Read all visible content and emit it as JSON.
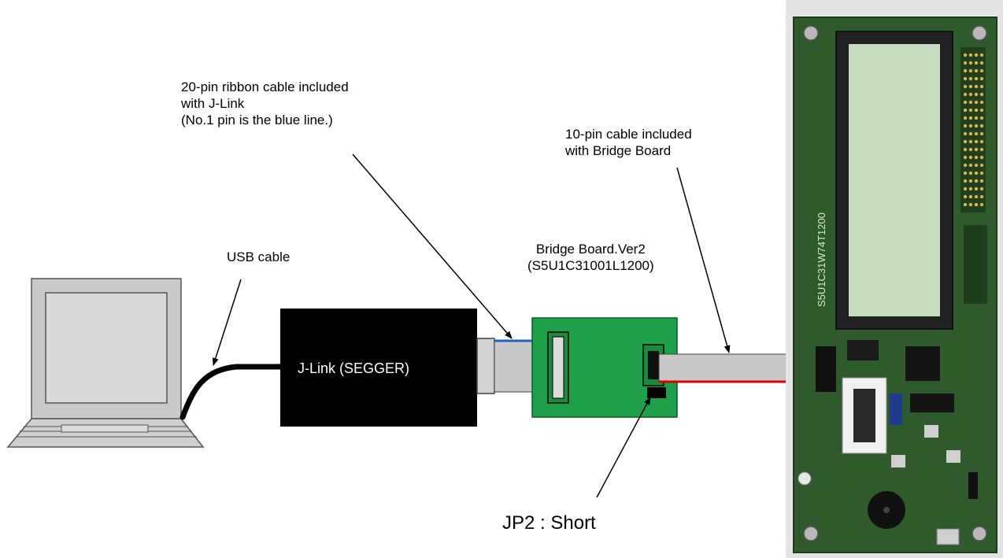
{
  "labels": {
    "ribbon_cable": [
      "20-pin ribbon cable included",
      "with J-Link",
      "(No.1 pin is the blue line.)"
    ],
    "ten_pin_cable": [
      "10-pin cable included",
      "with Bridge Board"
    ],
    "bridge_board": [
      "Bridge Board.Ver2",
      "(S5U1C31001L1200)"
    ],
    "usb_cable": "USB cable",
    "jlink": "J-Link (SEGGER)",
    "jp2": "JP2 : Short"
  },
  "board_silkscreen": "S5U1C31W74T1200",
  "colors": {
    "jlink_box": "#000000",
    "bridge_board": "#1fa04a",
    "ribbon_cable": "#c8c8c8",
    "pin1_line": "#1e64c8",
    "red_line": "#e00000",
    "target_pcb": "#2f5a2c",
    "lcd": "#c6dcc0"
  }
}
